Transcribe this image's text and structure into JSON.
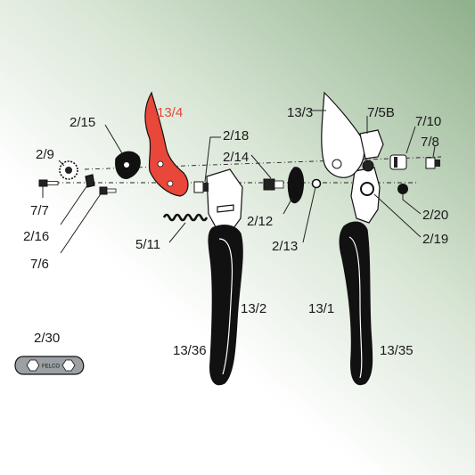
{
  "brand_mark": "FELCO",
  "highlight_color": "#e8473a",
  "parts": [
    {
      "id": "13/4",
      "highlighted": true
    },
    {
      "id": "2/15"
    },
    {
      "id": "2/9"
    },
    {
      "id": "7/7"
    },
    {
      "id": "2/16"
    },
    {
      "id": "7/6"
    },
    {
      "id": "2/18"
    },
    {
      "id": "2/14"
    },
    {
      "id": "5/11"
    },
    {
      "id": "2/12"
    },
    {
      "id": "2/13"
    },
    {
      "id": "13/3"
    },
    {
      "id": "7/5B"
    },
    {
      "id": "7/10"
    },
    {
      "id": "7/8"
    },
    {
      "id": "2/20"
    },
    {
      "id": "2/19"
    },
    {
      "id": "13/2"
    },
    {
      "id": "13/1"
    },
    {
      "id": "13/36"
    },
    {
      "id": "13/35"
    },
    {
      "id": "2/30"
    }
  ]
}
